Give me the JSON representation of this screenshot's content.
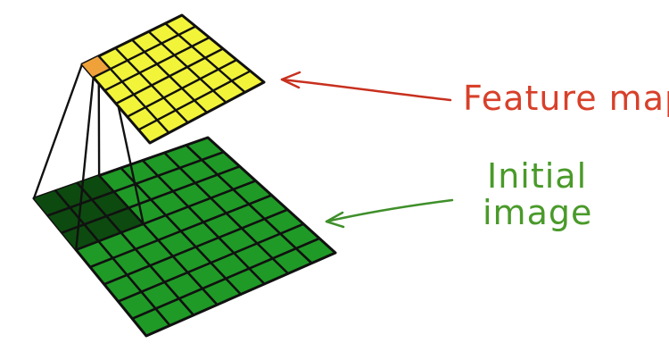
{
  "labels": {
    "feature_map": "Feature map",
    "initial_image_line1": "Initial",
    "initial_image_line2": "image"
  },
  "grids": {
    "feature_map": {
      "rows": 6,
      "cols": 6,
      "highlighted_cell": [
        0,
        0
      ]
    },
    "initial_image": {
      "rows": 8,
      "cols": 8,
      "receptive_field": {
        "rows": 3,
        "cols": 3
      }
    }
  },
  "colors": {
    "feature_map_fill": "#f2f43a",
    "feature_map_highlight": "#f0a23a",
    "initial_image_fill": "#1f9a26",
    "receptive_field_fill": "#0d4a0f",
    "grid_line": "#111111",
    "feature_map_label": "#d8402a",
    "feature_map_arrow": "#c8301f",
    "initial_image_label": "#4a9a2a",
    "initial_image_arrow": "#3f8f2a"
  }
}
